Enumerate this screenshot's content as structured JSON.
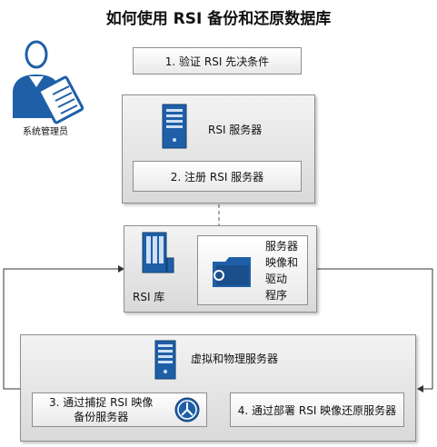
{
  "title": "如何使用 RSI 备份和还原数据库",
  "admin_label": "系统管理员",
  "step1": "1. 验证 RSI 先决条件",
  "rsi_server_label": "RSI 服务器",
  "step2": "2. 注册 RSI 服务器",
  "rsi_library_label": "RSI 库",
  "images_drivers": [
    "服务器",
    "映像和",
    "驱动",
    "程序"
  ],
  "virtual_physical_label": "虚拟和物理服务器",
  "step3": [
    "3. 通过捕捉 RSI 映像",
    "备份服务器"
  ],
  "step4": "4. 通过部署 RSI 映像还原服务器",
  "colors": {
    "accent": "#1f5fa8",
    "container_border": "#8e8e8e"
  }
}
